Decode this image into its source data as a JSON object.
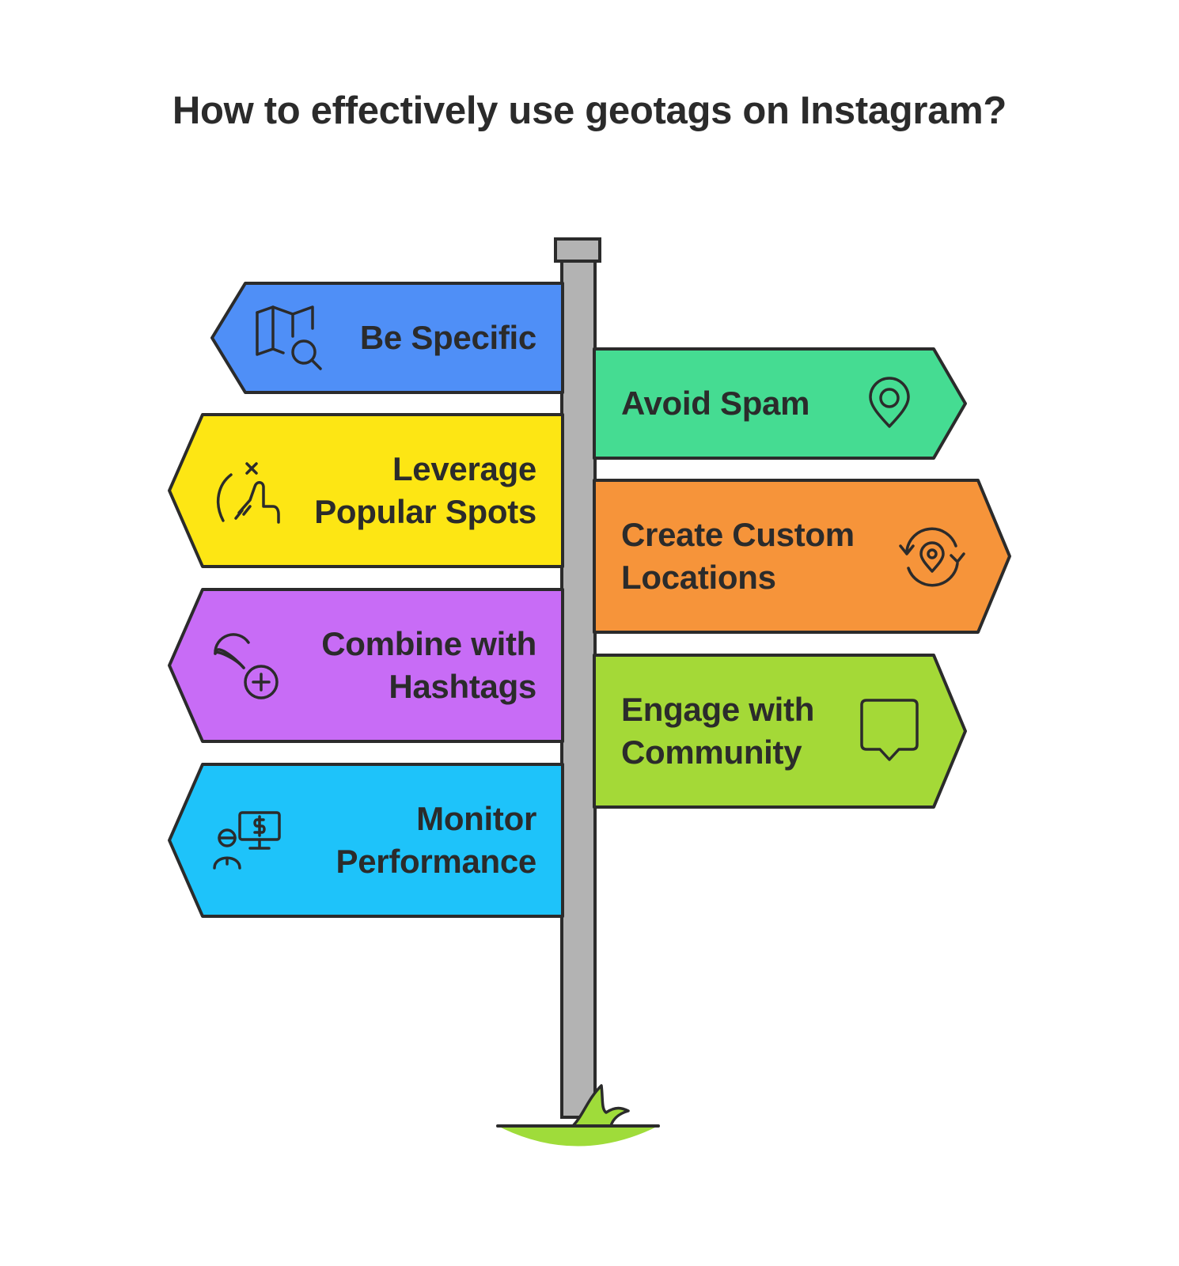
{
  "title": "How to effectively use geotags on Instagram?",
  "colors": {
    "outline": "#2b2b2b",
    "pole": "#b3b3b3",
    "grass": "#9fdc3a"
  },
  "signs": [
    {
      "id": "be-specific",
      "side": "left",
      "lines": [
        "Be Specific"
      ],
      "color": "#4f8ff7",
      "icon": "map-search-icon"
    },
    {
      "id": "avoid-spam",
      "side": "right",
      "lines": [
        "Avoid Spam"
      ],
      "color": "#45dc92",
      "icon": "location-pin-icon"
    },
    {
      "id": "leverage-popular-spots",
      "side": "left",
      "lines": [
        "Leverage",
        "Popular Spots"
      ],
      "color": "#fde614",
      "icon": "hand-pointer-icon"
    },
    {
      "id": "create-custom-locations",
      "side": "right",
      "lines": [
        "Create Custom",
        "Locations"
      ],
      "color": "#f6943a",
      "icon": "location-refresh-icon"
    },
    {
      "id": "combine-with-hashtags",
      "side": "left",
      "lines": [
        "Combine with",
        "Hashtags"
      ],
      "color": "#c86cf6",
      "icon": "location-add-icon"
    },
    {
      "id": "engage-with-community",
      "side": "right",
      "lines": [
        "Engage with",
        "Community"
      ],
      "color": "#a4d937",
      "icon": "speech-bubble-icon"
    },
    {
      "id": "monitor-performance",
      "side": "left",
      "lines": [
        "Monitor",
        "Performance"
      ],
      "color": "#1ec3fa",
      "icon": "user-monitor-icon"
    }
  ]
}
